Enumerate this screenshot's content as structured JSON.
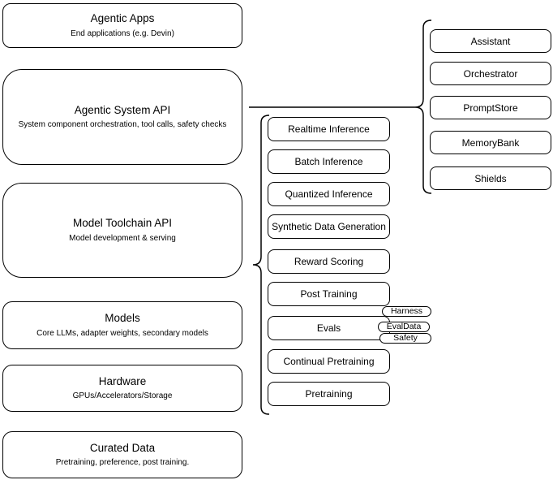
{
  "diagram": {
    "colors": {
      "stroke": "#000000",
      "fill": "#ffffff",
      "text": "#000000"
    },
    "left_column": [
      {
        "title": "Agentic Apps",
        "subtitle": "End applications (e.g. Devin)"
      },
      {
        "title": "Agentic System API",
        "subtitle": "System component orchestration, tool calls, safety checks"
      },
      {
        "title": "Model Toolchain API",
        "subtitle": "Model development & serving"
      },
      {
        "title": "Models",
        "subtitle": "Core LLMs, adapter weights, secondary models"
      },
      {
        "title": "Hardware",
        "subtitle": "GPUs/Accelerators/Storage"
      },
      {
        "title": "Curated Data",
        "subtitle": "Pretraining, preference, post training."
      }
    ],
    "toolchain_services": [
      "Realtime Inference",
      "Batch Inference",
      "Quantized Inference",
      "Synthetic Data Generation",
      "Reward Scoring",
      "Post Training",
      "Evals",
      "Continual Pretraining",
      "Pretraining"
    ],
    "evals_tags": [
      "Harness",
      "EvalData",
      "Safety"
    ],
    "system_components": [
      "Assistant",
      "Orchestrator",
      "PromptStore",
      "MemoryBank",
      "Shields"
    ]
  }
}
